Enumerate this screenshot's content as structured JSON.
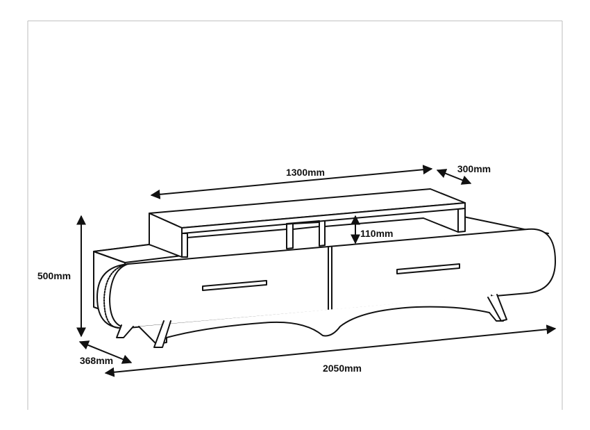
{
  "diagram": {
    "dimensions": {
      "shelf_width": "1300mm",
      "shelf_depth": "300mm",
      "shelf_height": "110mm",
      "total_height": "500mm",
      "depth": "368mm",
      "total_width": "2050mm"
    },
    "colors": {
      "line": "#111111",
      "frame": "#bdbdbd",
      "background": "#ffffff"
    }
  }
}
